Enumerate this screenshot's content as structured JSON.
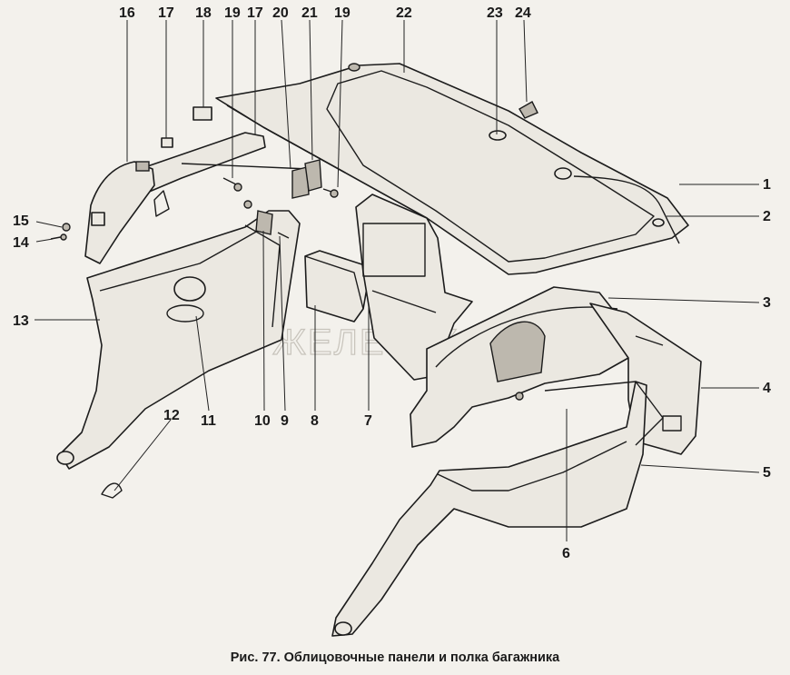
{
  "figure": {
    "caption": "Рис. 77. Облицовочные панели и полка багажника",
    "watermark": "ЖЕЛЕЗЯКА"
  },
  "callouts": [
    "1",
    "2",
    "3",
    "4",
    "5",
    "6",
    "7",
    "8",
    "9",
    "10",
    "11",
    "12",
    "13",
    "14",
    "15",
    "16",
    "17",
    "17",
    "18",
    "19",
    "19",
    "20",
    "21",
    "22",
    "23",
    "24"
  ]
}
